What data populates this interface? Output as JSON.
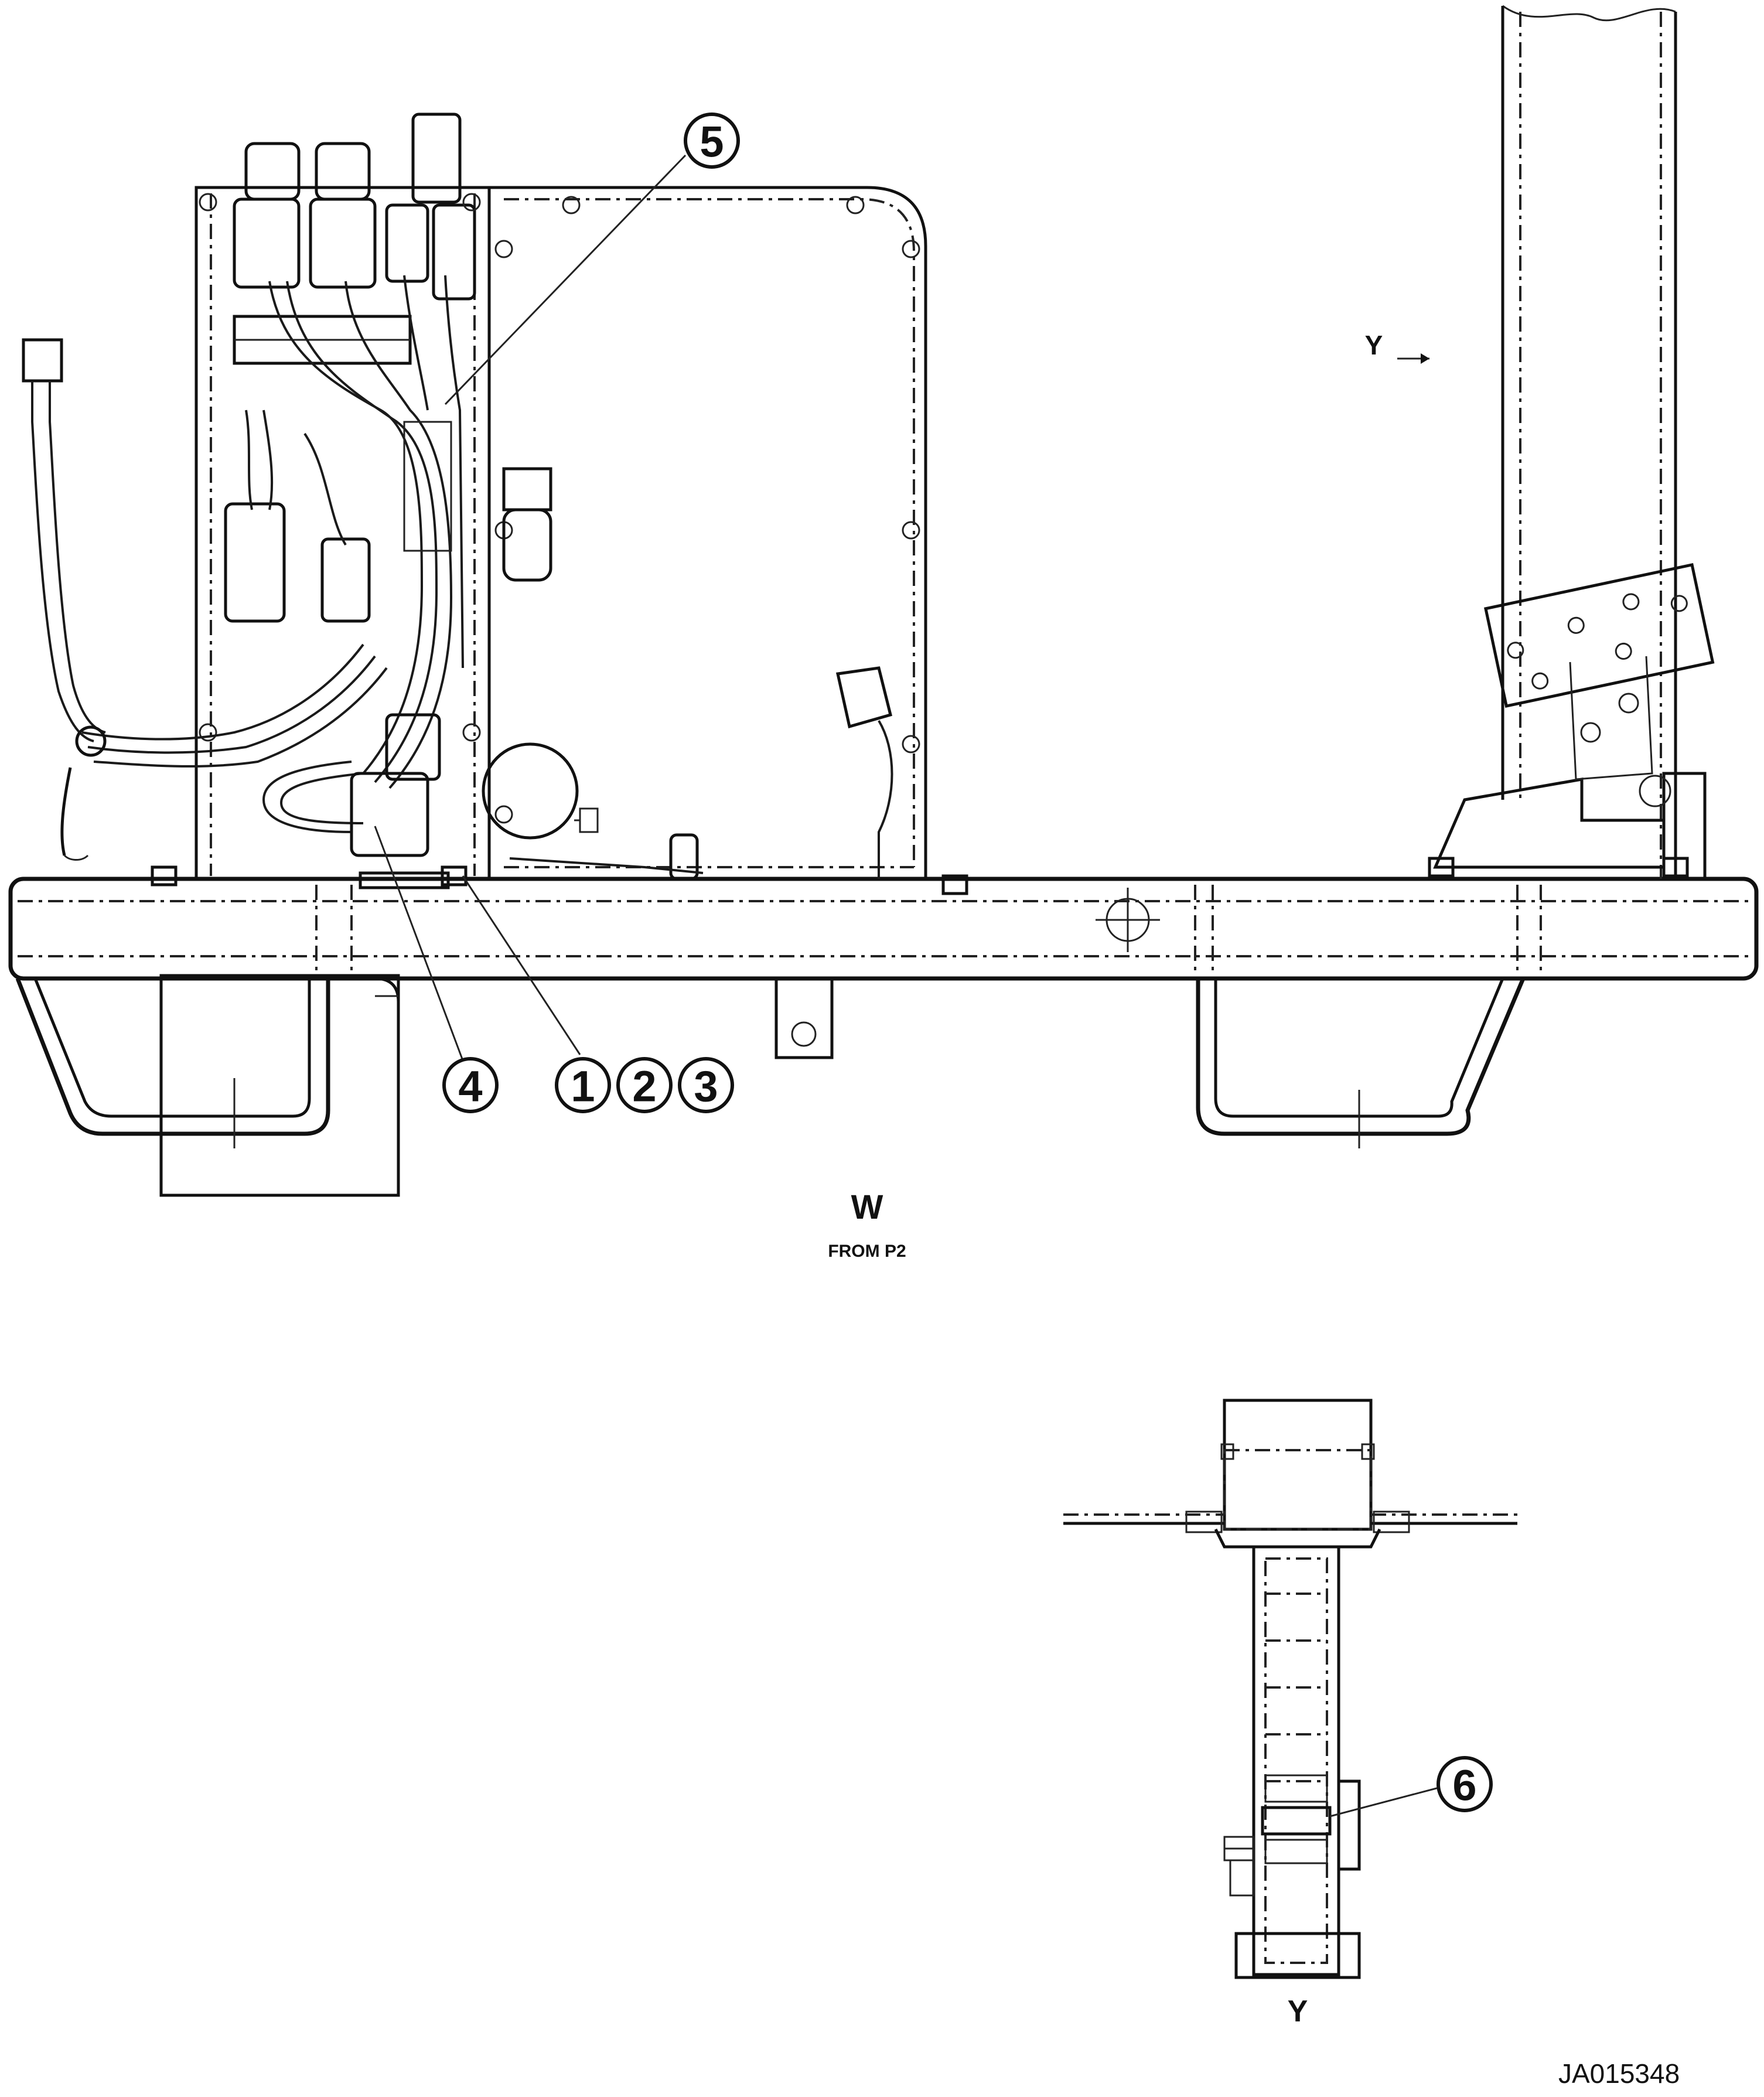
{
  "callouts": {
    "c1": "1",
    "c2": "2",
    "c3": "3",
    "c4": "4",
    "c5": "5",
    "c6": "6"
  },
  "views": {
    "main_view_label": "W",
    "main_view_sub": "FROM P2",
    "view_arrow_label": "Y",
    "bottom_view_label": "Y"
  },
  "drawing_id": "JA015348"
}
